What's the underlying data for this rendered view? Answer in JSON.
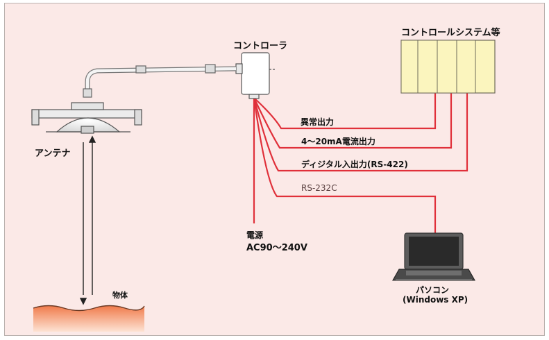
{
  "labels": {
    "controller": "コントローラ",
    "control_system": "コントロールシステム等",
    "antenna": "アンテナ",
    "object": "物体",
    "power_line1": "電源",
    "power_line2": "AC90～240V",
    "pc_line1": "パソコン",
    "pc_line2": "(Windows XP)"
  },
  "signals": {
    "alarm": "異常出力",
    "analog": "4～20mA電流出力",
    "digital": "ディジタル入出力(RS-422)",
    "serial": "RS-232C"
  },
  "colors": {
    "background": "#fbe9e7",
    "signal_line": "#e0303a",
    "control_unit_fill": "#fbf5be",
    "target_surface": "#f39a6c"
  }
}
